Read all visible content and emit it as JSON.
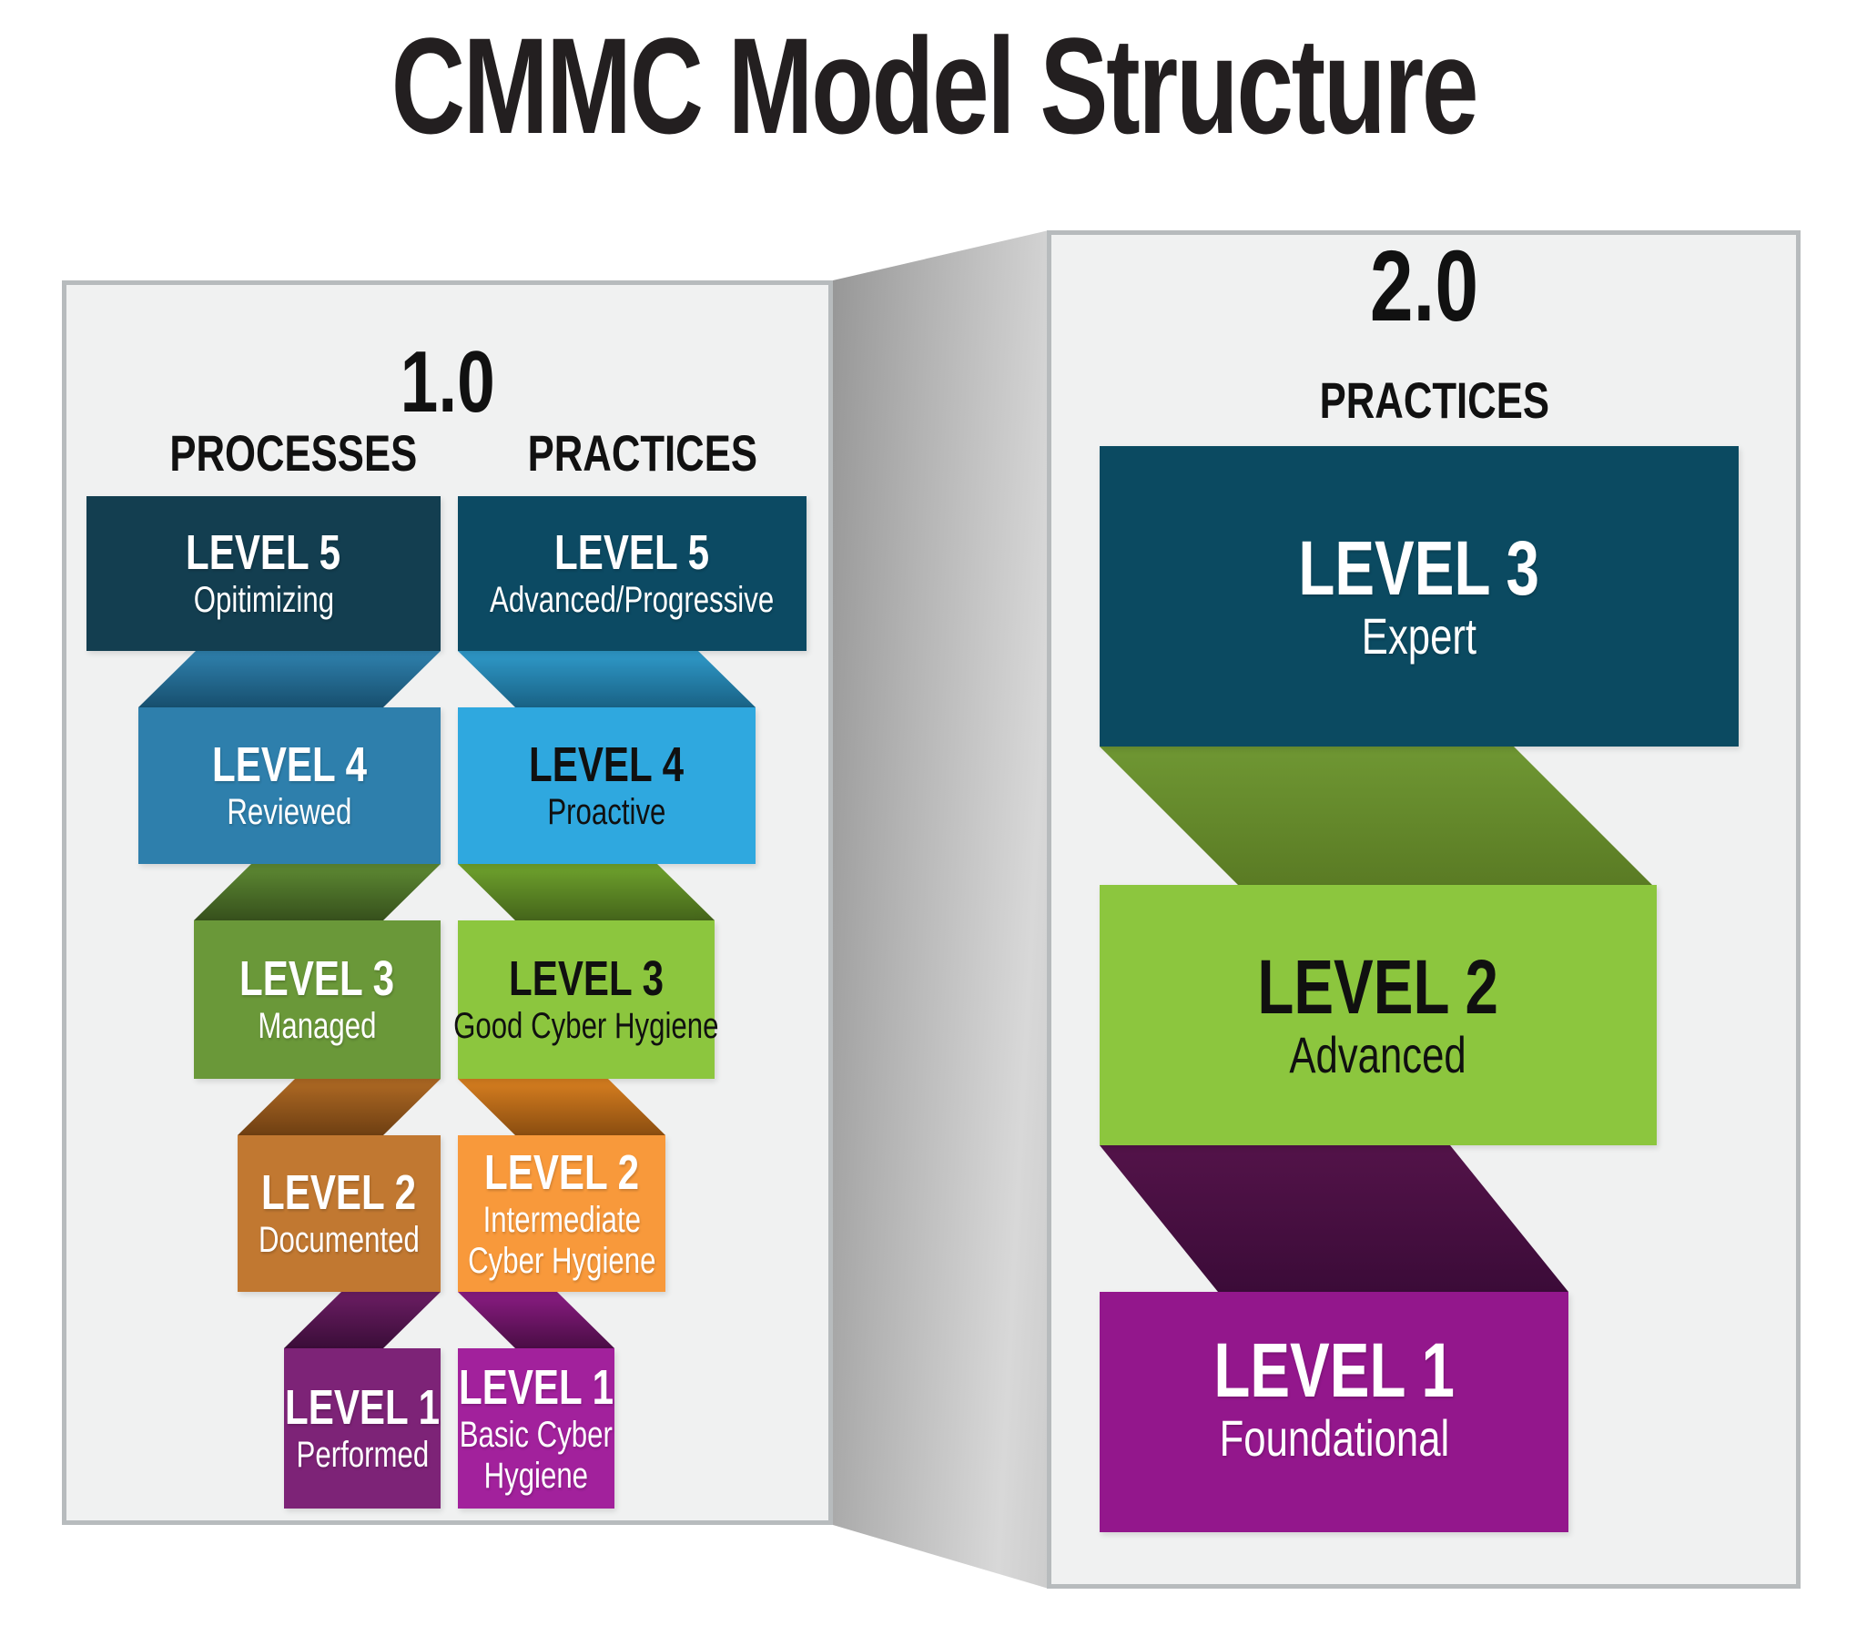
{
  "title": "CMMC Model Structure",
  "panel_v1": {
    "version": "1.0",
    "columns": [
      {
        "heading": "PROCESSES",
        "levels": [
          {
            "label": "LEVEL 5",
            "subtitle": "Opitimizing",
            "color": "#133e50",
            "text_color": "#ffffff"
          },
          {
            "label": "LEVEL 4",
            "subtitle": "Reviewed",
            "color": "#2e7fac",
            "text_color": "#ffffff"
          },
          {
            "label": "LEVEL 3",
            "subtitle": "Managed",
            "color": "#6a9839",
            "text_color": "#ffffff"
          },
          {
            "label": "LEVEL 2",
            "subtitle": "Documented",
            "color": "#c17831",
            "text_color": "#ffffff"
          },
          {
            "label": "LEVEL 1",
            "subtitle": "Performed",
            "color": "#7d2377",
            "text_color": "#ffffff"
          }
        ]
      },
      {
        "heading": "PRACTICES",
        "levels": [
          {
            "label": "LEVEL 5",
            "subtitle": "Advanced/Progressive",
            "color": "#0c4a63",
            "text_color": "#ffffff"
          },
          {
            "label": "LEVEL 4",
            "subtitle": "Proactive",
            "color": "#2fa8df",
            "text_color": "#101010"
          },
          {
            "label": "LEVEL 3",
            "subtitle": "Good Cyber Hygiene",
            "color": "#8cc63e",
            "text_color": "#101010"
          },
          {
            "label": "LEVEL 2",
            "subtitle": "Intermediate\nCyber Hygiene",
            "color": "#f8993b",
            "text_color": "#ffffff"
          },
          {
            "label": "LEVEL 1",
            "subtitle": "Basic Cyber\nHygiene",
            "color": "#a2219c",
            "text_color": "#ffffff"
          }
        ]
      }
    ]
  },
  "panel_v2": {
    "version": "2.0",
    "heading": "PRACTICES",
    "levels": [
      {
        "label": "LEVEL 3",
        "subtitle": "Expert",
        "color": "#0b4a61",
        "text_color": "#ffffff"
      },
      {
        "label": "LEVEL 2",
        "subtitle": "Advanced",
        "color": "#8cc63e",
        "text_color": "#101010"
      },
      {
        "label": "LEVEL 1",
        "subtitle": "Foundational",
        "color": "#93178c",
        "text_color": "#ffffff"
      }
    ]
  }
}
